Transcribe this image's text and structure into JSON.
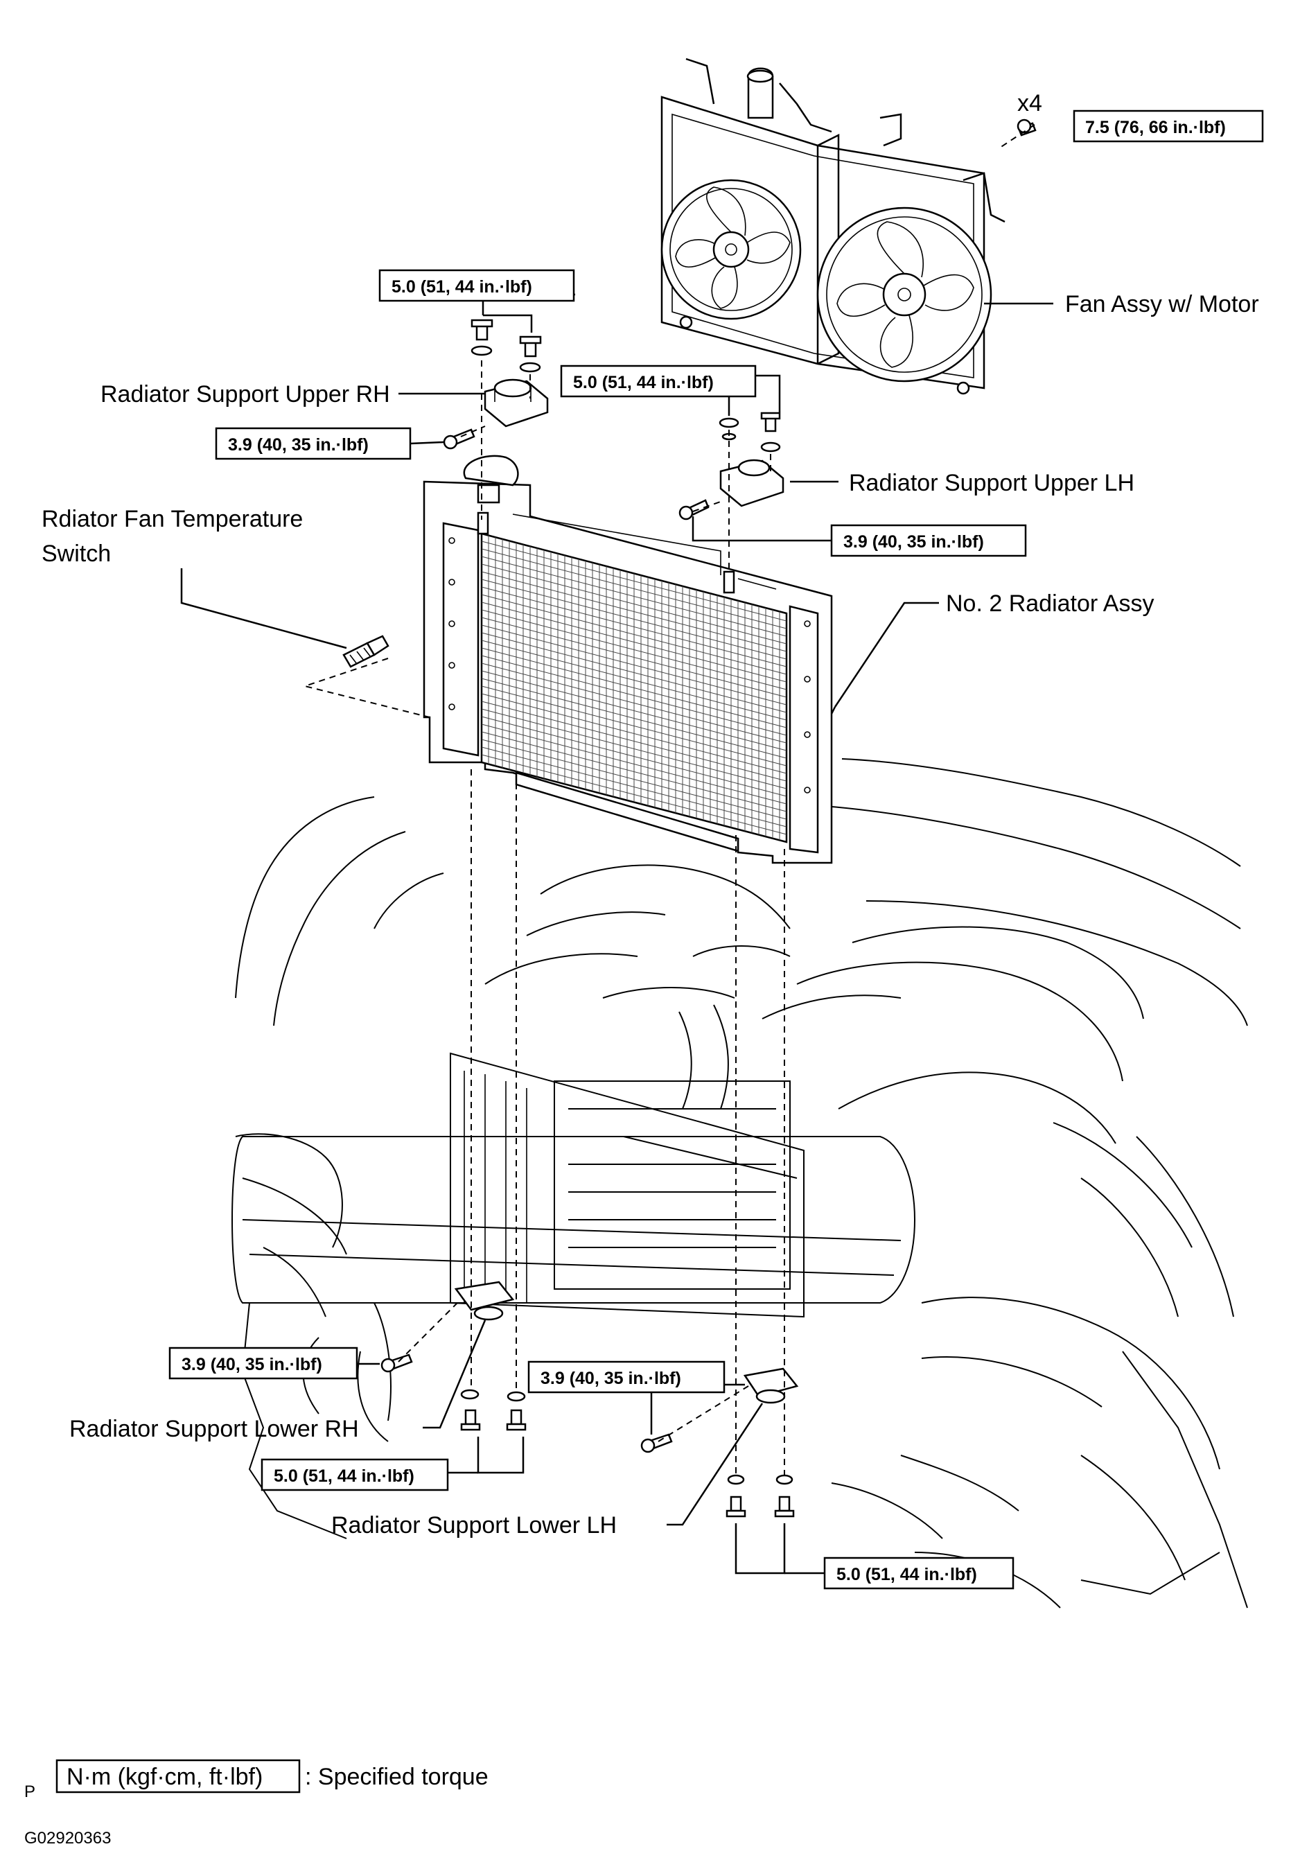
{
  "labels": {
    "fan_assy": "Fan Assy w/ Motor",
    "support_upper_rh": "Radiator Support Upper RH",
    "support_upper_lh": "Radiator Support Upper LH",
    "fan_temp_switch_line1": "Rdiator Fan Temperature",
    "fan_temp_switch_line2": "Switch",
    "no2_radiator": "No. 2 Radiator Assy",
    "support_lower_rh": "Radiator Support Lower RH",
    "support_lower_lh": "Radiator Support Lower LH",
    "qty_x4": "x4"
  },
  "torques": {
    "fan_bolts": "7.5 (76, 66 in.·lbf)",
    "upper_rh_top": "5.0 (51, 44 in.·lbf)",
    "upper_rh_side": "3.9 (40, 35 in.·lbf)",
    "upper_lh_top": "5.0 (51, 44 in.·lbf)",
    "upper_lh_side": "3.9 (40, 35 in.·lbf)",
    "lower_rh_side": "3.9 (40, 35 in.·lbf)",
    "lower_rh_bottom": "5.0 (51, 44 in.·lbf)",
    "lower_lh_side": "3.9 (40, 35 in.·lbf)",
    "lower_lh_bottom": "5.0 (51, 44 in.·lbf)"
  },
  "legend": {
    "unit_box": "N·m (kgf·cm, ft·lbf)",
    "description": ": Specified torque",
    "prefix": "P"
  },
  "figure_id": "G02920363"
}
